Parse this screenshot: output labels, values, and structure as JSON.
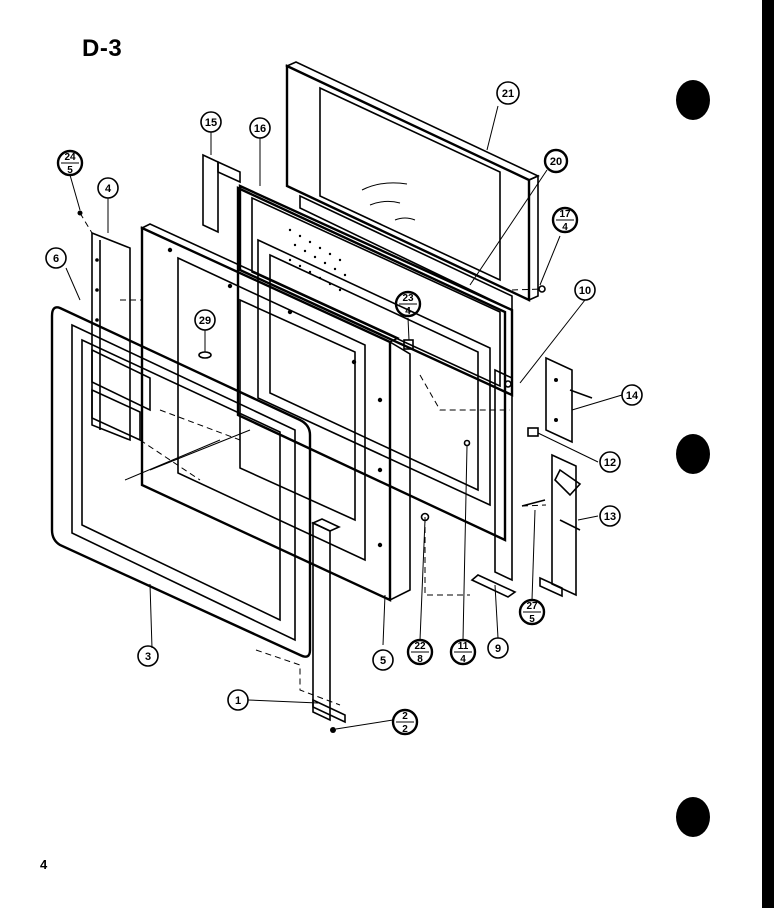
{
  "diagram": {
    "title": "D-3",
    "page_number": "4"
  },
  "callouts": {
    "c1": "1",
    "c2_top": "2",
    "c2_bottom": "2",
    "c3": "3",
    "c4": "4",
    "c5": "5",
    "c6": "6",
    "c9": "9",
    "c10": "10",
    "c11_top": "11",
    "c11_bottom": "4",
    "c12": "12",
    "c13": "13",
    "c14": "14",
    "c15": "15",
    "c16": "16",
    "c17_top": "17",
    "c17_bottom": "4",
    "c20": "20",
    "c21": "21",
    "c22_top": "22",
    "c22_bottom": "8",
    "c23_top": "23",
    "c23_bottom": "4",
    "c24_top": "24",
    "c24_bottom": "5",
    "c27_top": "27",
    "c27_bottom": "5",
    "c29": "29"
  },
  "colors": {
    "ink": "#000000",
    "paper": "#ffffff"
  }
}
